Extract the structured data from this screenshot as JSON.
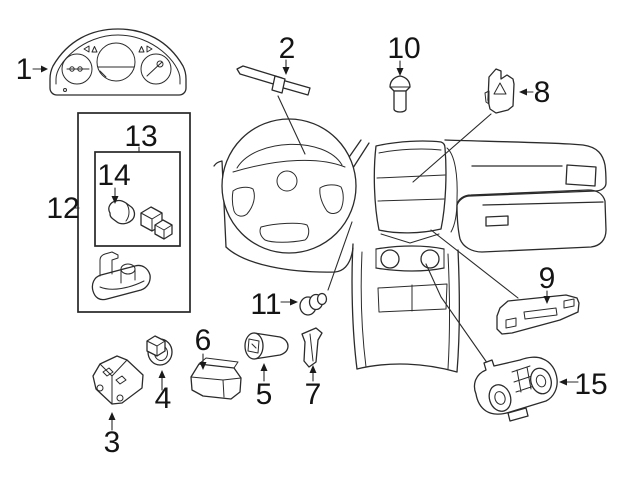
{
  "diagram": {
    "type": "exploded-parts-line-drawing",
    "subject": "vehicle dashboard / instrument panel switches and controls",
    "background_color": "#ffffff",
    "line_color": "#2b2b2b",
    "label_color": "#141414",
    "callouts": [
      {
        "number": "1",
        "part": "instrument-cluster"
      },
      {
        "number": "2",
        "part": "steering-column-stalk-switch"
      },
      {
        "number": "3",
        "part": "multifunction-control-module"
      },
      {
        "number": "4",
        "part": "round-switch"
      },
      {
        "number": "5",
        "part": "ignition-switch-cylinder"
      },
      {
        "number": "6",
        "part": "relay-module-box"
      },
      {
        "number": "7",
        "part": "trim-wedge-bracket"
      },
      {
        "number": "8",
        "part": "hazard-rocker-switch"
      },
      {
        "number": "9",
        "part": "switch-bank-panel"
      },
      {
        "number": "10",
        "part": "dash-top-sensor"
      },
      {
        "number": "11",
        "part": "push-button-knob"
      },
      {
        "number": "12",
        "part": "lamp-assembly-group-box"
      },
      {
        "number": "13",
        "part": "bulb-and-socket-kit-box"
      },
      {
        "number": "14",
        "part": "instrument-bulb"
      },
      {
        "number": "15",
        "part": "climate-control-unit"
      }
    ]
  }
}
